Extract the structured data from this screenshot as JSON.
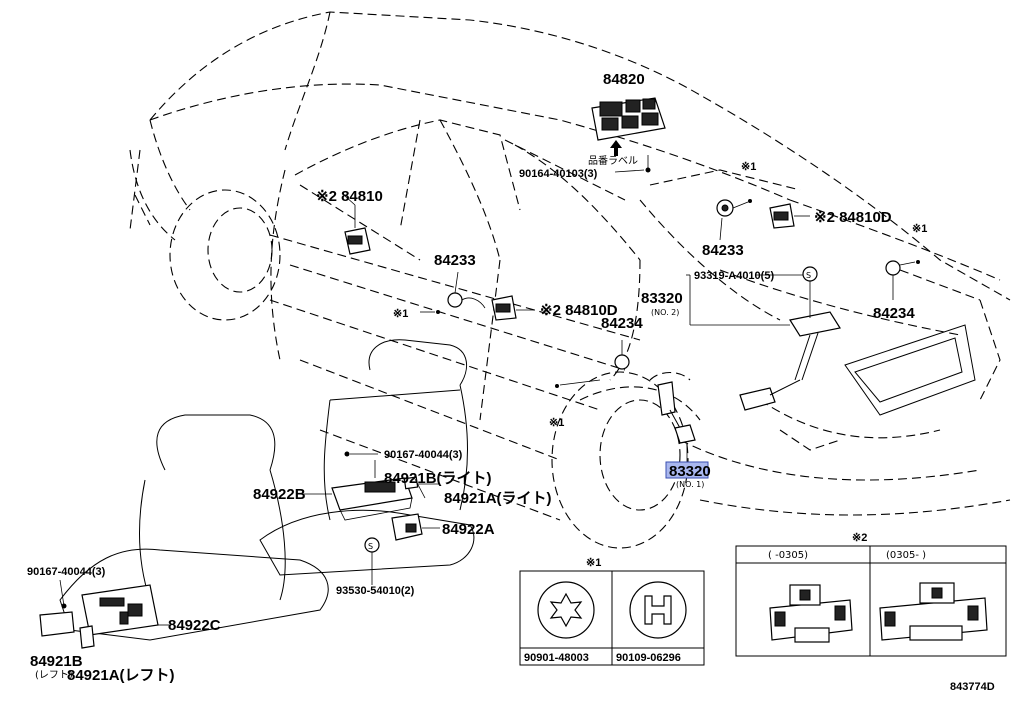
{
  "diagram": {
    "drawing_number": "843774D",
    "label_tag_jp": "品番ラベル",
    "parts": {
      "p84820": "84820",
      "p90164": "90164-40103(3)",
      "mark1_a": "※1",
      "p84233_right": "84233",
      "p84810D_right": "※2 84810D",
      "mark1_b": "※1",
      "p84234_right": "84234",
      "p93319": "93319-A4010(5)",
      "p83320_no2": "83320",
      "no2": "(NO. 2)",
      "p84810_left": "※2 84810",
      "p84233_mid": "84233",
      "mark1_c": "※1",
      "p84810D_mid": "※2 84810D",
      "p84234_mid": "84234",
      "mark1_d": "※1",
      "p83320_no1": "83320",
      "no1": "(NO. 1)",
      "p90167_top": "90167-40044(3)",
      "p84921B_right": "84921B(ライト)",
      "p84922B": "84922B",
      "p84921A_right": "84921A(ライト)",
      "p84922A": "84922A",
      "p93530": "93530-54010(2)",
      "p90167_left": "90167-40044(3)",
      "p84922C": "84922C",
      "p84921B_left": "84921B",
      "p84921B_left_sub": "(レフト)",
      "p84921A_left": "84921A(レフト)"
    },
    "legend1": {
      "title": "※1",
      "cells": [
        "90901-48003",
        "90109-06296"
      ]
    },
    "legend2": {
      "title": "※2",
      "cols": [
        "(      -0305)",
        "(0305-      )"
      ]
    }
  }
}
